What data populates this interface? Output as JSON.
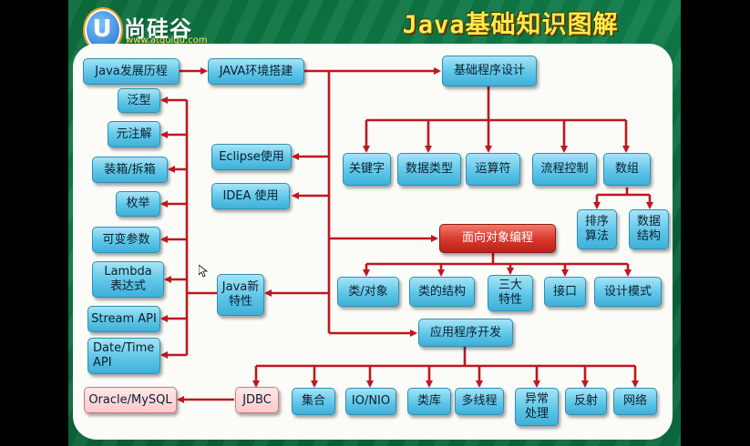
{
  "title": "Java基础知识图解",
  "logo": {
    "name": "尚硅谷",
    "url": "www.atguigu.com",
    "letter": "U"
  },
  "colors": {
    "line": "#c0161e",
    "node_blue": "#5fc6e8",
    "node_red": "#d8362a",
    "node_pink": "#f8caca",
    "title": "#ffe94a"
  },
  "nodes": {
    "history": "Java发展历程",
    "env": "JAVA环境搭建",
    "basic": "基础程序设计",
    "generics": "泛型",
    "annotation": "元注解",
    "boxing": "装箱/拆箱",
    "enum": "枚举",
    "varargs": "可变参数",
    "lambda": "Lambda\n表达式",
    "stream": "Stream API",
    "datetime": "Date/Time\nAPI",
    "eclipse": "Eclipse使用",
    "idea": "IDEA 使用",
    "keywords": "关键字",
    "datatypes": "数据类型",
    "operators": "运算符",
    "flow": "流程控制",
    "array": "数组",
    "sort": "排序\n算法",
    "datastruct": "数据\n结构",
    "oop": "面向对象编程",
    "classobj": "类/对象",
    "classstruct": "类的结构",
    "three": "三大\n特性",
    "interface": "接口",
    "patterns": "设计模式",
    "newfeatures": "Java新\n特性",
    "app": "应用程序开发",
    "oracle": "Oracle/MySQL",
    "jdbc": "JDBC",
    "collections": "集合",
    "io": "IO/NIO",
    "libs": "类库",
    "threads": "多线程",
    "exceptions": "异常\n处理",
    "reflection": "反射",
    "network": "网络"
  }
}
